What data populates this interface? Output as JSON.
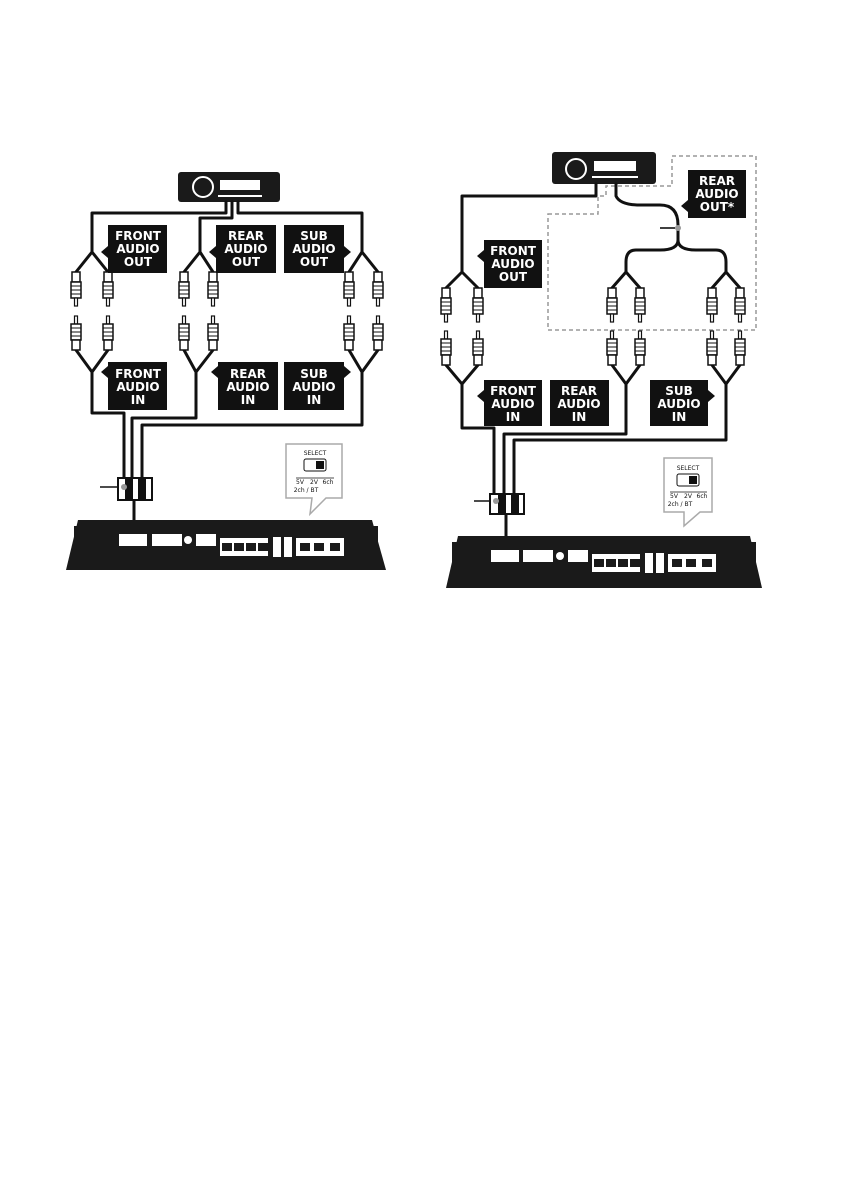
{
  "left": {
    "labels": {
      "front_out": [
        "FRONT",
        "AUDIO",
        "OUT"
      ],
      "rear_out": [
        "REAR",
        "AUDIO",
        "OUT"
      ],
      "sub_out": [
        "SUB",
        "AUDIO",
        "OUT"
      ],
      "front_in": [
        "FRONT",
        "AUDIO",
        "IN"
      ],
      "rear_in": [
        "REAR",
        "AUDIO",
        "IN"
      ],
      "sub_in": [
        "SUB",
        "AUDIO",
        "IN"
      ]
    },
    "switch": {
      "title": "SELECT",
      "options": [
        "5V",
        "2V",
        "6ch"
      ],
      "sub": "2ch / BT"
    }
  },
  "right": {
    "labels": {
      "rear_out": [
        "REAR",
        "AUDIO",
        "OUT*"
      ],
      "front_out": [
        "FRONT",
        "AUDIO",
        "OUT"
      ],
      "front_in": [
        "FRONT",
        "AUDIO",
        "IN"
      ],
      "rear_in": [
        "REAR",
        "AUDIO",
        "IN"
      ],
      "sub_in": [
        "SUB",
        "AUDIO",
        "IN"
      ]
    },
    "switch": {
      "title": "SELECT",
      "options": [
        "5V",
        "2V",
        "6ch"
      ],
      "sub": "2ch / BT"
    }
  }
}
